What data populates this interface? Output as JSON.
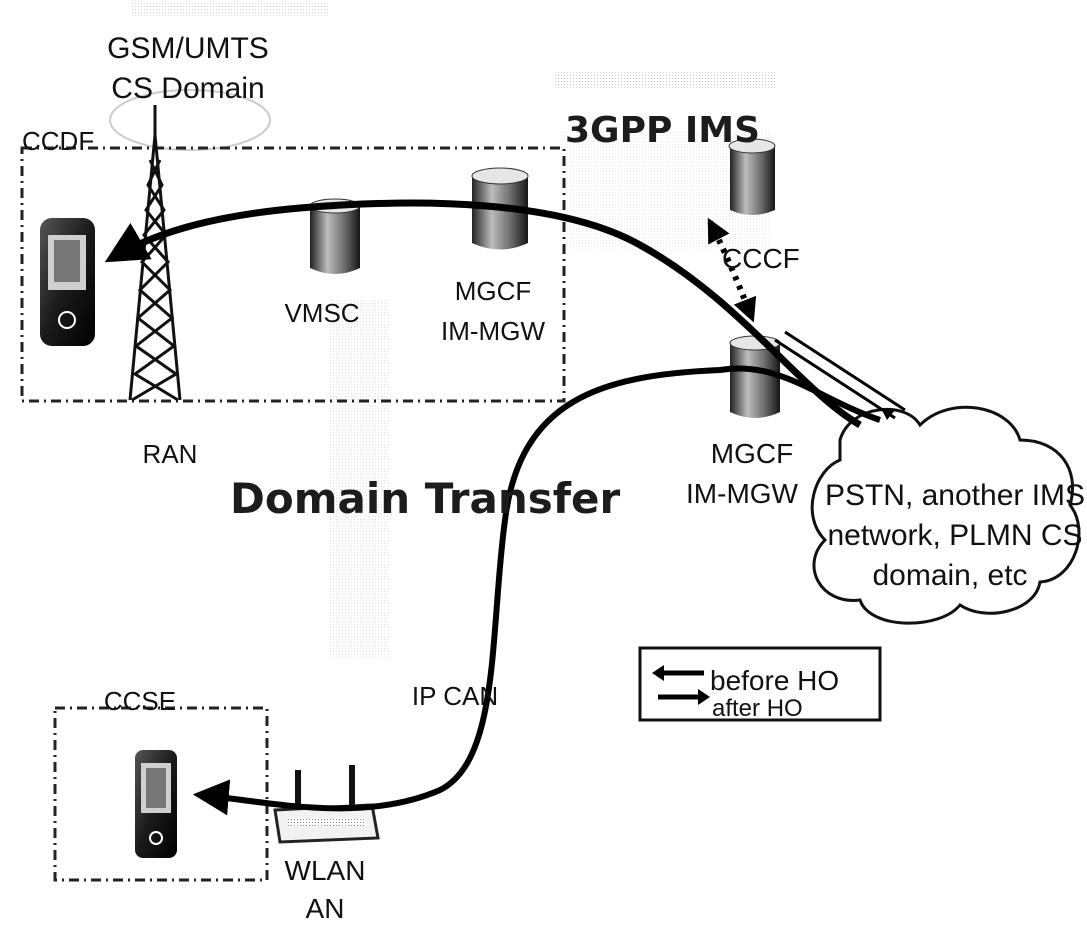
{
  "labels": {
    "cs_domain_line1": "GSM/UMTS",
    "cs_domain_line2": "CS Domain",
    "ccdf": "CCDF",
    "ims": "3GPP IMS",
    "cccf": "CCCF",
    "vmsc": "VMSC",
    "mgcf_top_line1": "MGCF",
    "mgcf_top_line2": "IM-MGW",
    "ran": "RAN",
    "domain_transfer": "Domain Transfer",
    "mgcf_mid_line1": "MGCF",
    "mgcf_mid_line2": "IM-MGW",
    "cloud_line1": "PSTN, another IMS",
    "cloud_line2": "network, PLMN CS",
    "cloud_line3": "domain, etc",
    "ip_can": "IP CAN",
    "ccse": "CCSE",
    "wlan_line1": "WLAN",
    "wlan_line2": "AN"
  },
  "legend": {
    "before": "before HO",
    "after": "after HO"
  }
}
